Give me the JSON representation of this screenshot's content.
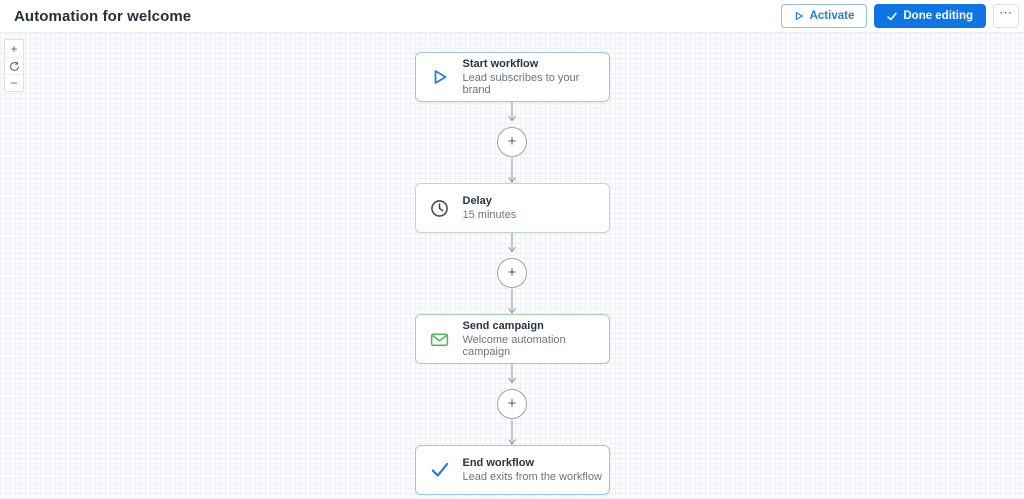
{
  "header": {
    "title": "Automation for welcome",
    "activate_label": "Activate",
    "done_editing_label": "Done editing",
    "more_label": "⋯"
  },
  "zoom_controls": {
    "zoom_in": "+",
    "zoom_out": "−"
  },
  "workflow": {
    "connector_plus": "+",
    "nodes": [
      {
        "icon": "play-icon",
        "title": "Start workflow",
        "subtitle": "Lead subscribes to your brand",
        "accent": "blue"
      },
      {
        "icon": "clock-icon",
        "title": "Delay",
        "subtitle": "15 minutes",
        "accent": "gray"
      },
      {
        "icon": "envelope-icon",
        "title": "Send campaign",
        "subtitle": "Welcome automation campaign",
        "accent": "green"
      },
      {
        "icon": "check-icon",
        "title": "End workflow",
        "subtitle": "Lead exits from the workflow",
        "accent": "blue"
      }
    ]
  },
  "colors": {
    "primary_blue": "#0d76e4",
    "outline_blue": "#2b7ad6",
    "node_border_blue": "#9cc3e8",
    "node_border_gray": "#c9d1d9",
    "node_border_green": "#a3d4a5",
    "icon_blue": "#2e7ad4",
    "icon_green": "#56b45c",
    "icon_dark": "#3f4c59",
    "connector_gray": "#8c96a4"
  }
}
